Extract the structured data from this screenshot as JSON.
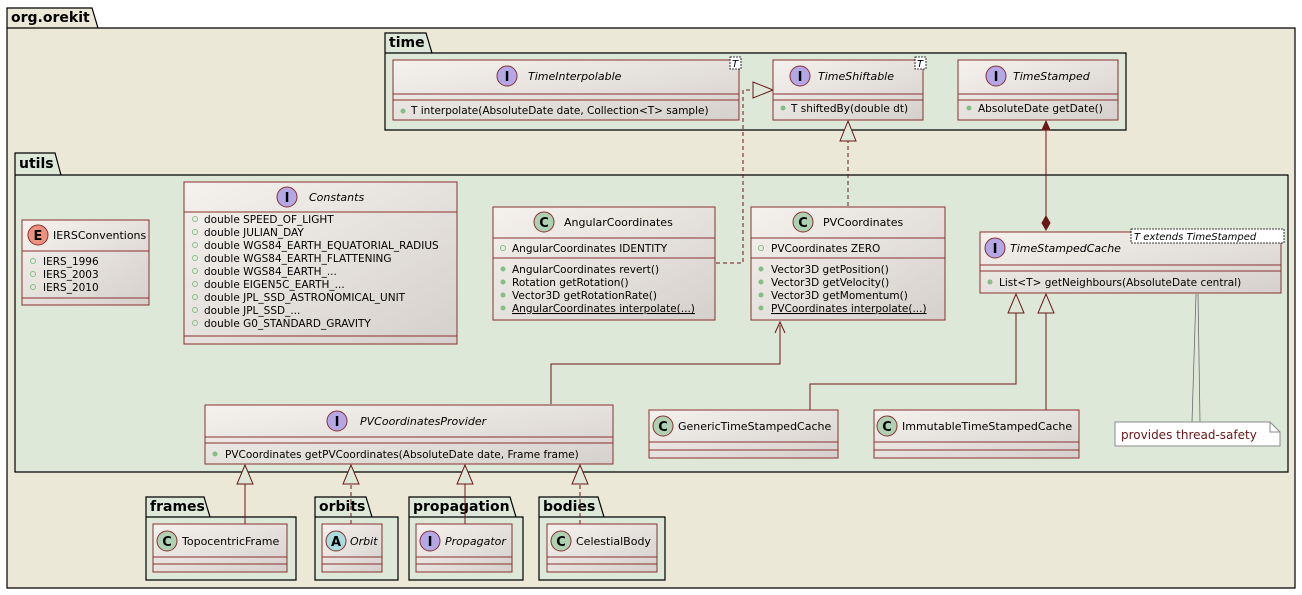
{
  "colors": {
    "outer_pkg": "#ECE8D7",
    "inner_pkg": "#DEE8D9",
    "class_fill_top": "#F5F2EE",
    "class_fill_bottom": "#D5D0CB",
    "border": "#8A3030",
    "line": "#6B1818",
    "circle_class": "#ADD1B2",
    "circle_interface": "#B4A7E5",
    "circle_enum": "#EB937F",
    "circle_abstract": "#A9DCDF"
  },
  "packages": {
    "root": "org.orekit",
    "time": "time",
    "utils": "utils",
    "frames": "frames",
    "orbits": "orbits",
    "propagation": "propagation",
    "bodies": "bodies"
  },
  "classes": {
    "time_interpolable": {
      "kind": "I",
      "name": "TimeInterpolable",
      "generic": "T",
      "members": [
        "T interpolate(AbsoluteDate date, Collection<T> sample)"
      ]
    },
    "time_shiftable": {
      "kind": "I",
      "name": "TimeShiftable",
      "generic": "T",
      "members": [
        "T shiftedBy(double dt)"
      ]
    },
    "time_stamped": {
      "kind": "I",
      "name": "TimeStamped",
      "members": [
        "AbsoluteDate getDate()"
      ]
    },
    "iers_conventions": {
      "kind": "E",
      "name": "IERSConventions",
      "members": [
        "IERS_1996",
        "IERS_2003",
        "IERS_2010"
      ]
    },
    "constants": {
      "kind": "I",
      "name": "Constants",
      "members": [
        "double SPEED_OF_LIGHT",
        "double JULIAN_DAY",
        "double WGS84_EARTH_EQUATORIAL_RADIUS",
        "double WGS84_EARTH_FLATTENING",
        "double WGS84_EARTH_...",
        "double EIGEN5C_EARTH_...",
        "double JPL_SSD_ASTRONOMICAL_UNIT",
        "double JPL_SSD_...",
        "double G0_STANDARD_GRAVITY"
      ]
    },
    "angular_coordinates": {
      "kind": "C",
      "name": "AngularCoordinates",
      "fields": [
        "AngularCoordinates IDENTITY"
      ],
      "methods": [
        "AngularCoordinates revert()",
        "Rotation getRotation()",
        "Vector3D getRotationRate()",
        "AngularCoordinates interpolate(...)"
      ]
    },
    "pv_coordinates": {
      "kind": "C",
      "name": "PVCoordinates",
      "fields": [
        "PVCoordinates ZERO"
      ],
      "methods": [
        "Vector3D getPosition()",
        "Vector3D getVelocity()",
        "Vector3D getMomentum()",
        "PVCoordinates interpolate(...)"
      ]
    },
    "time_stamped_cache": {
      "kind": "I",
      "name": "TimeStampedCache",
      "generic": "T extends TimeStamped",
      "members": [
        "List<T> getNeighbours(AbsoluteDate central)"
      ]
    },
    "pv_coordinates_provider": {
      "kind": "I",
      "name": "PVCoordinatesProvider",
      "members": [
        "PVCoordinates getPVCoordinates(AbsoluteDate date, Frame frame)"
      ]
    },
    "generic_time_stamped_cache": {
      "kind": "C",
      "name": "GenericTimeStampedCache"
    },
    "immutable_time_stamped_cache": {
      "kind": "C",
      "name": "ImmutableTimeStampedCache"
    },
    "topocentric_frame": {
      "kind": "C",
      "name": "TopocentricFrame"
    },
    "orbit": {
      "kind": "A",
      "name": "Orbit"
    },
    "propagator": {
      "kind": "I",
      "name": "Propagator"
    },
    "celestial_body": {
      "kind": "C",
      "name": "CelestialBody"
    }
  },
  "note": {
    "text": "provides thread-safety"
  }
}
